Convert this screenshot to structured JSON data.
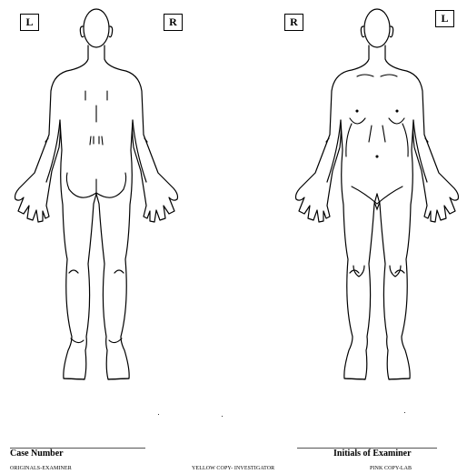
{
  "back_view": {
    "left_marker": "L",
    "right_marker": "R"
  },
  "front_view": {
    "left_marker": "R",
    "right_marker": "L"
  },
  "fields": {
    "case_number": "Case Number",
    "initials": "Initials of Examiner"
  },
  "copies": {
    "original": "ORIGINALS-EXAMINER",
    "yellow": "YELLOW COPY- INVESTIGATOR",
    "pink": "PINK COPY-LAB"
  }
}
